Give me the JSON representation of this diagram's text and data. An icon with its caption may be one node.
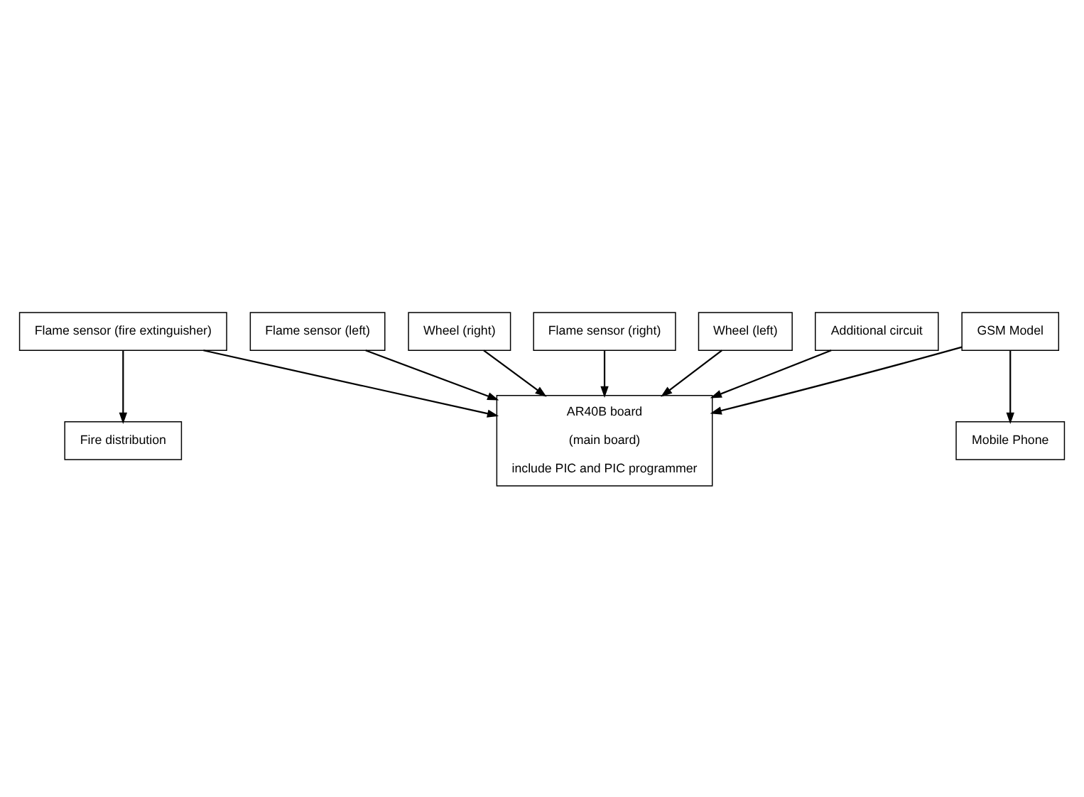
{
  "diagram": {
    "nodes": [
      {
        "text": [
          "Flame sensor (fire extinguisher)"
        ]
      },
      {
        "text": [
          "Fire distribution"
        ]
      },
      {
        "text": [
          "Flame sensor (left)"
        ]
      },
      {
        "text": [
          "AR40B board",
          "(main board)",
          "include PIC and PIC programmer"
        ]
      },
      {
        "text": [
          "Wheel (right)"
        ]
      },
      {
        "text": [
          "Flame sensor (right)"
        ]
      },
      {
        "text": [
          "Wheel (left)"
        ]
      },
      {
        "text": [
          "GSM Model"
        ]
      },
      {
        "text": [
          "Mobile Phone"
        ]
      },
      {
        "text": [
          "Additional circuit"
        ]
      }
    ],
    "edges": [
      {
        "from": 0,
        "to": 1,
        "arrow": "to"
      },
      {
        "from": 0,
        "to": 3,
        "arrow": "to"
      },
      {
        "from": 2,
        "to": 3,
        "arrow": "to"
      },
      {
        "from": 4,
        "to": 3,
        "arrow": "to"
      },
      {
        "from": 5,
        "to": 3,
        "arrow": "to"
      },
      {
        "from": 6,
        "to": 3,
        "arrow": "to"
      },
      {
        "from": 7,
        "to": 3,
        "arrow": "to"
      },
      {
        "from": 7,
        "to": 8,
        "arrow": "to"
      },
      {
        "from": 9,
        "to": 3,
        "arrow": "to"
      }
    ]
  }
}
